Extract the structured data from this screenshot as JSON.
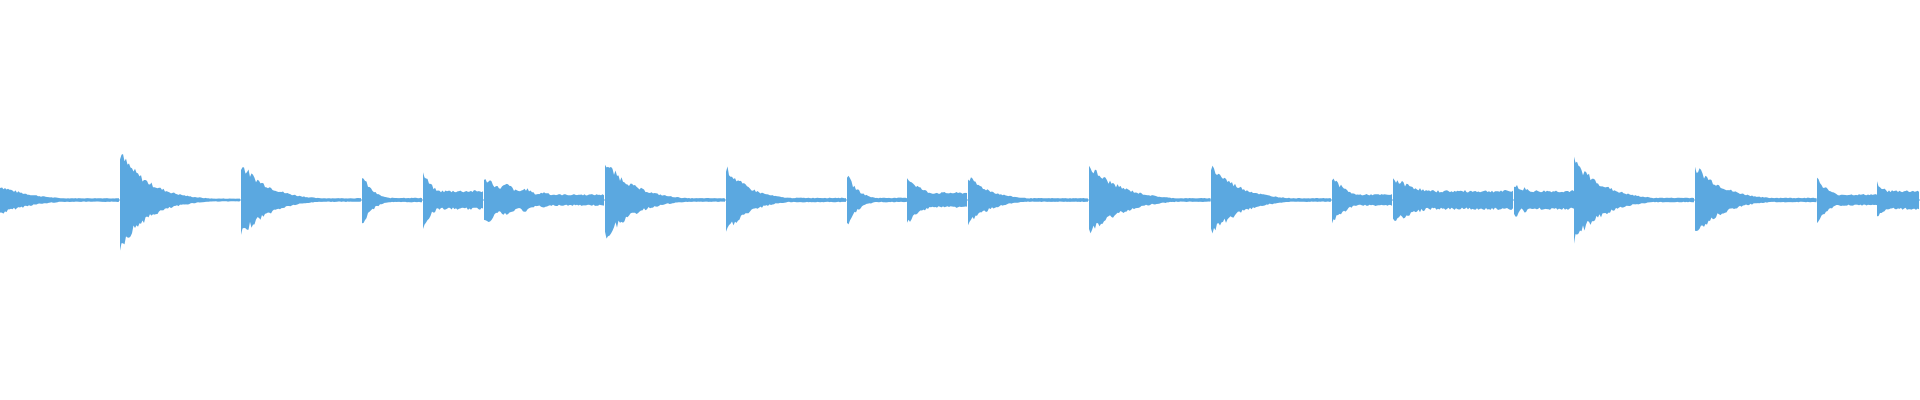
{
  "waveform": {
    "color": "#5ba8e0",
    "background": "#ffffff",
    "notes": [
      {
        "amp": 0.08,
        "decay": 2.6,
        "tail": 0.01,
        "sustain": 0.0
      },
      {
        "amp": 0.26,
        "decay": 3.0,
        "tail": 0.008,
        "sustain": 0.0
      },
      {
        "amp": 0.2,
        "decay": 3.2,
        "tail": 0.01,
        "sustain": 0.0
      },
      {
        "amp": 0.14,
        "decay": 4.5,
        "tail": 0.012,
        "sustain": 0.0
      },
      {
        "amp": 0.15,
        "decay": 3.5,
        "tail": 0.05,
        "sustain": 0.0
      },
      {
        "amp": 0.12,
        "decay": 1.2,
        "tail": 0.03,
        "sustain": 0.3
      },
      {
        "amp": 0.21,
        "decay": 3.0,
        "tail": 0.01,
        "sustain": 0.0
      },
      {
        "amp": 0.18,
        "decay": 4.0,
        "tail": 0.012,
        "sustain": 0.0
      },
      {
        "amp": 0.14,
        "decay": 4.0,
        "tail": 0.012,
        "sustain": 0.0
      },
      {
        "amp": 0.13,
        "decay": 2.0,
        "tail": 0.04,
        "sustain": 0.0
      },
      {
        "amp": 0.13,
        "decay": 4.0,
        "tail": 0.01,
        "sustain": 0.0
      },
      {
        "amp": 0.19,
        "decay": 2.6,
        "tail": 0.01,
        "sustain": 0.0
      },
      {
        "amp": 0.19,
        "decay": 3.0,
        "tail": 0.01,
        "sustain": 0.0
      },
      {
        "amp": 0.13,
        "decay": 2.5,
        "tail": 0.03,
        "sustain": 0.0
      },
      {
        "amp": 0.12,
        "decay": 2.0,
        "tail": 0.05,
        "sustain": 0.0
      },
      {
        "amp": 0.09,
        "decay": 0.8,
        "tail": 0.05,
        "sustain": 0.3
      },
      {
        "amp": 0.22,
        "decay": 3.0,
        "tail": 0.012,
        "sustain": 0.0
      },
      {
        "amp": 0.19,
        "decay": 3.2,
        "tail": 0.012,
        "sustain": 0.0
      },
      {
        "amp": 0.12,
        "decay": 3.0,
        "tail": 0.03,
        "sustain": 0.0
      },
      {
        "amp": 0.1,
        "decay": 2.0,
        "tail": 0.05,
        "sustain": 0.0
      }
    ]
  }
}
